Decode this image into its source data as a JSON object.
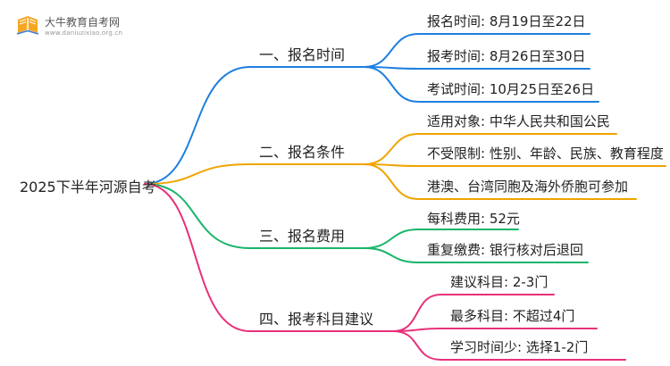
{
  "logo": {
    "title": "大牛教育自考网",
    "url": "www.daniuzixiao.org.cn",
    "icon": "book-icon"
  },
  "root": "2025下半年河源自考",
  "colors": {
    "blue": "#1e7fe0",
    "orange": "#f0a400",
    "green": "#19b56a",
    "pink": "#e8317a"
  },
  "branches": [
    {
      "label": "一、报名时间",
      "color": "#1e7fe0",
      "leaves": [
        "报名时间: 8月19日至22日",
        "报考时间: 8月26日至30日",
        "考试时间: 10月25日至26日"
      ]
    },
    {
      "label": "二、报名条件",
      "color": "#f0a400",
      "leaves": [
        "适用对象: 中华人民共和国公民",
        "不受限制: 性别、年龄、民族、教育程度",
        "港澳、台湾同胞及海外侨胞可参加"
      ]
    },
    {
      "label": "三、报名费用",
      "color": "#19b56a",
      "leaves": [
        "每科费用: 52元",
        "重复缴费: 银行核对后退回"
      ]
    },
    {
      "label": "四、报考科目建议",
      "color": "#e8317a",
      "leaves": [
        "建议科目: 2-3门",
        "最多科目: 不超过4门",
        "学习时间少: 选择1-2门"
      ]
    }
  ]
}
